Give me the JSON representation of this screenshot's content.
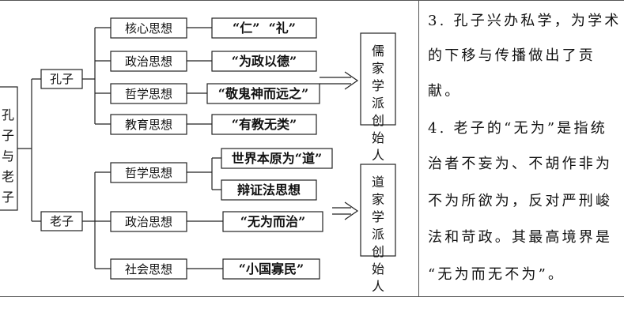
{
  "diagram": {
    "root_label": "孔子与老子",
    "kongzi": {
      "label": "孔子",
      "branches": [
        {
          "category": "核心思想",
          "content": "“仁”  “礼”"
        },
        {
          "category": "政治思想",
          "content": "“为政以德”"
        },
        {
          "category": "哲学思想",
          "content": "“敬鬼神而远之”"
        },
        {
          "category": "教育思想",
          "content": "“有教无类”"
        }
      ],
      "result": "儒家学派创始人"
    },
    "laozi": {
      "label": "老子",
      "philosophy": {
        "category": "哲学思想",
        "contents": [
          "世界本原为“道”",
          "辩证法思想"
        ]
      },
      "politics": {
        "category": "政治思想",
        "content": "“无为而治”"
      },
      "society": {
        "category": "社会思想",
        "content": "“小国寡民”"
      },
      "result": "道家学派创始人"
    }
  },
  "notes": {
    "lines": [
      "3. 孔子兴办私学，为学术",
      "的下移与传播做出了贡",
      "献。",
      "4. 老子的“无为”是指统",
      "治者不妄为、不胡作非为",
      "不为所欲为，反对严刑峻",
      "法和苛政。其最高境界是",
      "“无为而无不为”。"
    ]
  }
}
